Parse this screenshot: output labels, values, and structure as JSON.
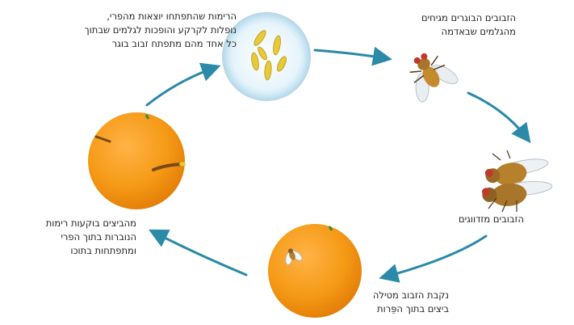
{
  "diagram": {
    "captions": {
      "larvae": [
        "הרימות שהתפתחו יוצאות מהפרי,",
        "נופלות לקרקע והופכות לגלמים שבתוך",
        "כל אחד מהם מתפתח זבוב בוגר"
      ],
      "adults": [
        "הזבובים הבוגרים מגיחים",
        "מהגלמים שבאדמה"
      ],
      "mating": [
        "הזבובים מזדווגים"
      ],
      "laying": [
        "נקבת הזבוב מטילה",
        "ביצים בתוך הפֵּרות"
      ],
      "hatching": [
        "מהביצים בוקעות רימות",
        "הנוברות בתוך הפרי",
        "ומתפתחות בתוכו"
      ]
    },
    "colors": {
      "arrow": "#2a8aa8",
      "orange": "#f28c0f",
      "larva": "#e8c93a",
      "dish": "#bfe2f2"
    }
  }
}
